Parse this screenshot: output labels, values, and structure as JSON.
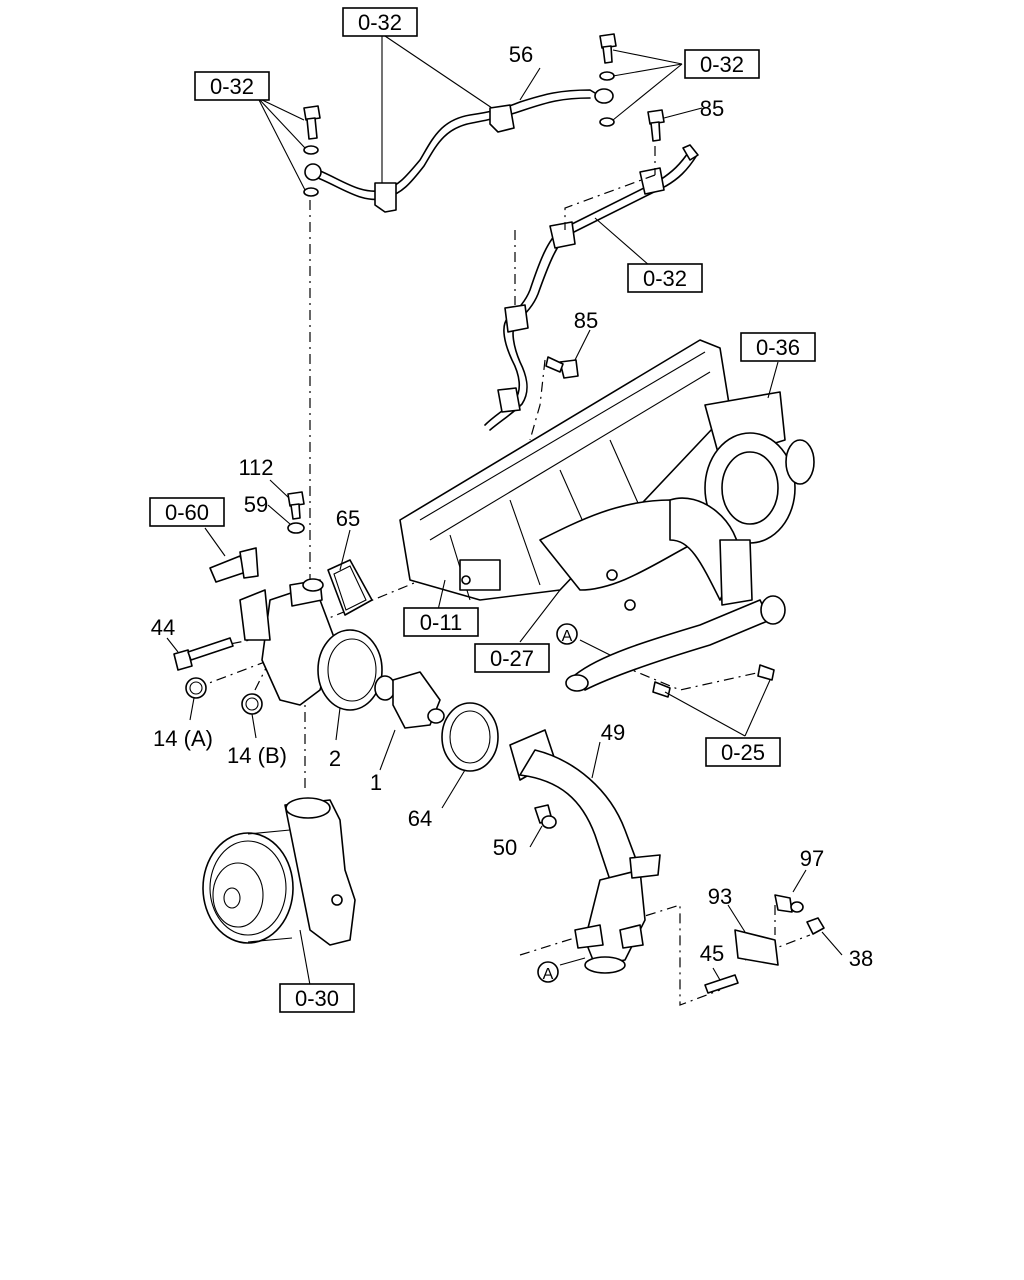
{
  "part_numbers": [
    "56",
    "85",
    "85",
    "112",
    "59",
    "65",
    "44",
    "14 (A)",
    "14 (B)",
    "2",
    "1",
    "64",
    "49",
    "50",
    "97",
    "93",
    "38",
    "45"
  ],
  "references": [
    "0-32",
    "0-32",
    "0-32",
    "0-32",
    "0-36",
    "0-60",
    "0-11",
    "0-27",
    "0-25",
    "0-30"
  ],
  "connector_markers": [
    "A",
    "A"
  ]
}
